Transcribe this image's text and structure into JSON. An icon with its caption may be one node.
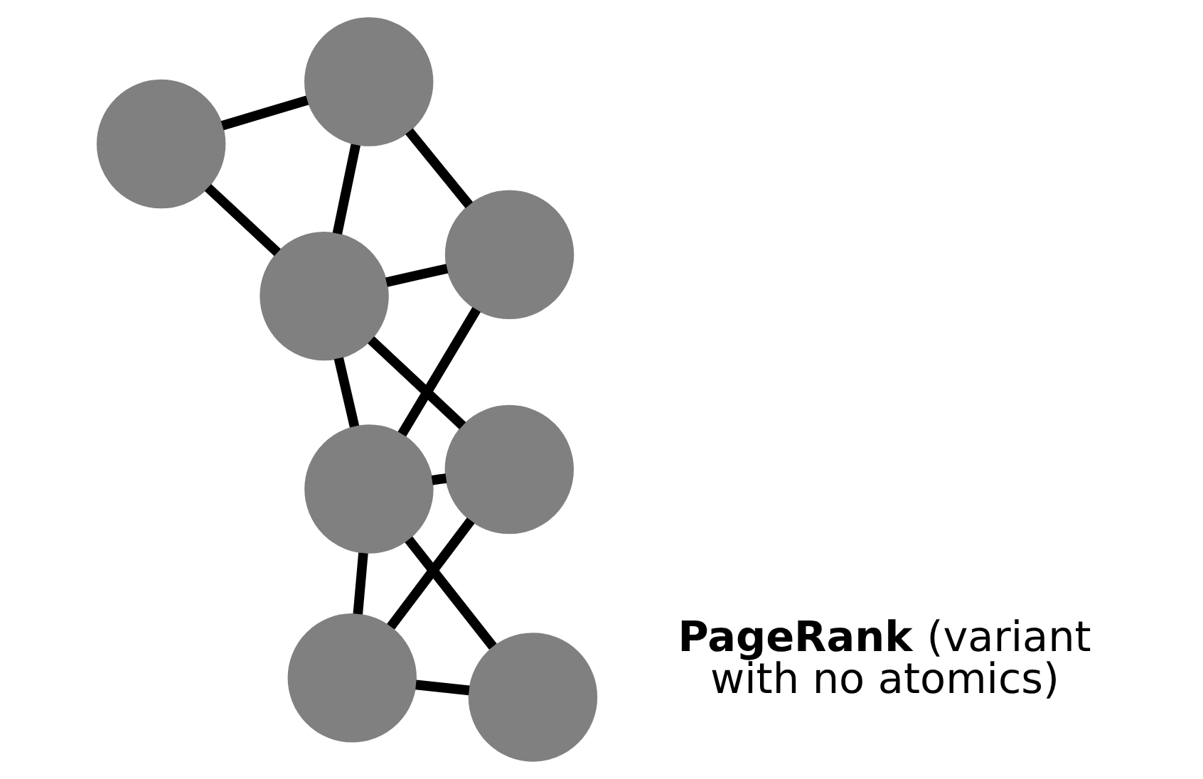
{
  "diagram": {
    "nodes": [
      {
        "text": [],
        "shape": "circle"
      },
      {
        "text": [],
        "shape": "circle"
      },
      {
        "text": [],
        "shape": "circle"
      },
      {
        "text": [],
        "shape": "circle"
      },
      {
        "text": [],
        "shape": "circle"
      },
      {
        "text": [],
        "shape": "circle"
      },
      {
        "text": [],
        "shape": "circle"
      },
      {
        "text": [],
        "shape": "circle"
      }
    ],
    "edges": [
      {
        "from": 0,
        "to": 1,
        "arrow": "none"
      },
      {
        "from": 0,
        "to": 3,
        "arrow": "none"
      },
      {
        "from": 1,
        "to": 2,
        "arrow": "none"
      },
      {
        "from": 1,
        "to": 3,
        "arrow": "none"
      },
      {
        "from": 1,
        "to": 4,
        "arrow": "none"
      },
      {
        "from": 1,
        "to": 5,
        "arrow": "none"
      },
      {
        "from": 2,
        "to": 5,
        "arrow": "none"
      },
      {
        "from": 2,
        "to": 6,
        "arrow": "none"
      },
      {
        "from": 3,
        "to": 4,
        "arrow": "none"
      },
      {
        "from": 4,
        "to": 5,
        "arrow": "none"
      },
      {
        "from": 5,
        "to": 6,
        "arrow": "none"
      },
      {
        "from": 5,
        "to": 7,
        "arrow": "none"
      },
      {
        "from": 6,
        "to": 7,
        "arrow": "none"
      }
    ],
    "labels": [
      "**PageRank** (variant with no atomics)"
    ]
  }
}
